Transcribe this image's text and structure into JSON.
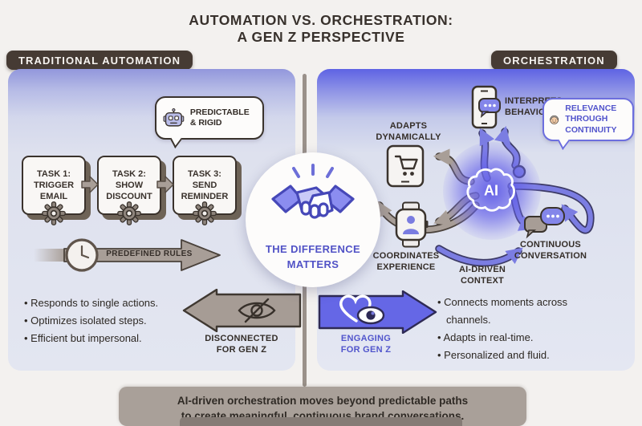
{
  "title": {
    "line1": "AUTOMATION VS. ORCHESTRATION:",
    "line2": "A GEN Z PERSPECTIVE"
  },
  "left": {
    "badge": "TRADITIONAL AUTOMATION",
    "robot_bubble": "PREDICTABLE & RIGID",
    "tasks": [
      {
        "l1": "TASK 1:",
        "l2": "TRIGGER",
        "l3": "EMAIL"
      },
      {
        "l1": "TASK 2:",
        "l2": "SHOW",
        "l3": "DISCOUNT"
      },
      {
        "l1": "TASK 3:",
        "l2": "SEND",
        "l3": "REMINDER"
      }
    ],
    "rules_arrow": "PREDEFINED RULES",
    "bullets": [
      "• Responds to single actions.",
      "• Optimizes isolated steps.",
      "• Efficient but impersonal."
    ],
    "verdict": {
      "line1": "DISCONNECTED",
      "line2": "FOR GEN Z"
    }
  },
  "center": {
    "line1": "THE DIFFERENCE",
    "line2": "MATTERS"
  },
  "right": {
    "badge": "ORCHESTRATION",
    "labels": {
      "interprets": "INTERPRETS BEHAVIOR",
      "adapts": "ADAPTS DYNAMICALLY",
      "coordinates": "COORDINATES EXPERIENCE",
      "context": "AI-DRIVEN CONTEXT",
      "conversation": "CONTINUOUS CONVERSATION"
    },
    "relevance_bubble": "RELEVANCE THROUGH CONTINUITY",
    "ai_label": "AI",
    "bullets": [
      "• Connects moments across channels.",
      "• Adapts in real-time.",
      "• Personalized and fluid."
    ],
    "verdict": {
      "line1": "ENGAGING",
      "line2": "FOR GEN Z"
    }
  },
  "footer": {
    "line1": "AI-driven orchestration moves beyond predictable paths",
    "line2": "to create meaningful, continuous brand conversations."
  },
  "colors": {
    "accent_purple": "#5b5ce0",
    "arrow_taupe": "#a89e97",
    "badge_dark": "#463b34"
  }
}
